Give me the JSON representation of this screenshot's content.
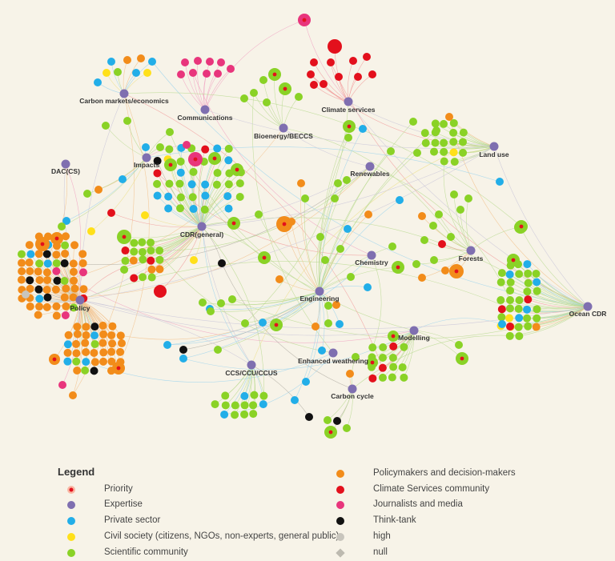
{
  "colors": {
    "background": "#f7f3e8",
    "expertise": "#7f6fb0",
    "private": "#22aee8",
    "civil": "#ffe01a",
    "scientific": "#8ad226",
    "policymakers": "#f28c1a",
    "climate": "#e3101c",
    "journalists": "#e8357c",
    "thinktank": "#111111",
    "high": "#c8c5bd",
    "null": "#bdbab0"
  },
  "hubs": [
    {
      "id": "policy",
      "label": "Policy"
    },
    {
      "id": "cdr",
      "label": "CDR(general)"
    },
    {
      "id": "carbon_markets",
      "label": "Carbon markets/economics"
    },
    {
      "id": "communications",
      "label": "Communications"
    },
    {
      "id": "bioenergy",
      "label": "Bioenergy/BECCS"
    },
    {
      "id": "climate_services",
      "label": "Climate services"
    },
    {
      "id": "land_use",
      "label": "Land use"
    },
    {
      "id": "renewables",
      "label": "Renewables"
    },
    {
      "id": "dac",
      "label": "DAC(CS)"
    },
    {
      "id": "impacts",
      "label": "Impacts"
    },
    {
      "id": "chemistry",
      "label": "Chemistry"
    },
    {
      "id": "forests",
      "label": "Forests"
    },
    {
      "id": "engineering",
      "label": "Engineering"
    },
    {
      "id": "ocean_cdr",
      "label": "Ocean CDR"
    },
    {
      "id": "modelling",
      "label": "Modelling"
    },
    {
      "id": "enhanced_weathering",
      "label": "Enhanced weathering"
    },
    {
      "id": "ccs",
      "label": "CCS/CCU/CCUS"
    },
    {
      "id": "carbon_cycle",
      "label": "Carbon cycle"
    }
  ],
  "legend": {
    "title": "Legend",
    "items": [
      {
        "id": "priority",
        "label": "Priority",
        "symbol": "priority"
      },
      {
        "id": "expertise",
        "label": "Expertise",
        "symbol": "circle",
        "color": "#7f6fb0"
      },
      {
        "id": "private",
        "label": "Private sector",
        "symbol": "circle",
        "color": "#22aee8"
      },
      {
        "id": "civil",
        "label": "Civil society (citizens, NGOs, non-experts, general public)",
        "symbol": "circle",
        "color": "#ffe01a"
      },
      {
        "id": "scientific",
        "label": "Scientific community",
        "symbol": "circle",
        "color": "#8ad226"
      },
      {
        "id": "policymakers",
        "label": "Policymakers and decision-makers",
        "symbol": "circle",
        "color": "#f28c1a"
      },
      {
        "id": "climate",
        "label": "Climate Services community",
        "symbol": "circle",
        "color": "#e3101c"
      },
      {
        "id": "journalists",
        "label": "Journalists and media",
        "symbol": "circle",
        "color": "#e8357c"
      },
      {
        "id": "thinktank",
        "label": "Think-tank",
        "symbol": "circle",
        "color": "#111111"
      },
      {
        "id": "high",
        "label": "high",
        "symbol": "circle",
        "color": "#c8c5bd"
      },
      {
        "id": "null",
        "label": "null",
        "symbol": "diamond",
        "color": "#bdbab0"
      }
    ]
  }
}
